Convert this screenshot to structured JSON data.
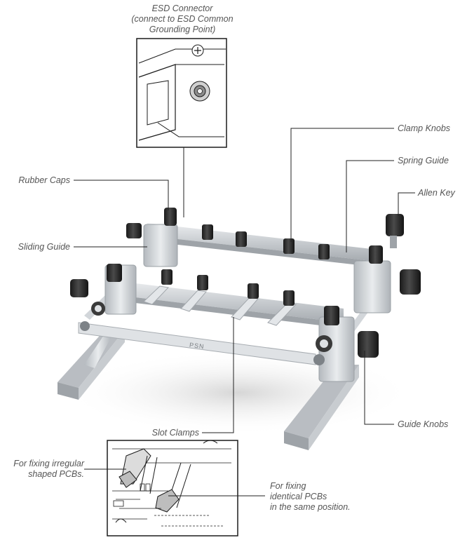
{
  "labels": {
    "esd_title": "ESD Connector",
    "esd_line2": "(connect to ESD Common",
    "esd_line3": "Grounding Point)",
    "clamp_knobs": "Clamp Knobs",
    "spring_guide": "Spring Guide",
    "allen_key": "Allen Key",
    "rubber_caps": "Rubber Caps",
    "sliding_guide": "Sliding Guide",
    "guide_knobs": "Guide Knobs",
    "slot_clamps": "Slot Clamps",
    "irregular_line1": "For fixing irregular",
    "irregular_line2": "shaped PCBs.",
    "identical_line1": "For fixing",
    "identical_line2": "identical PCBs",
    "identical_line3": "in the same position."
  },
  "product_mark": "PSN",
  "colors": {
    "background": "#ffffff",
    "label_text": "#555555",
    "leader_line": "#222222",
    "metal": "#c9cdd1",
    "knob": "#2a2a2a"
  }
}
